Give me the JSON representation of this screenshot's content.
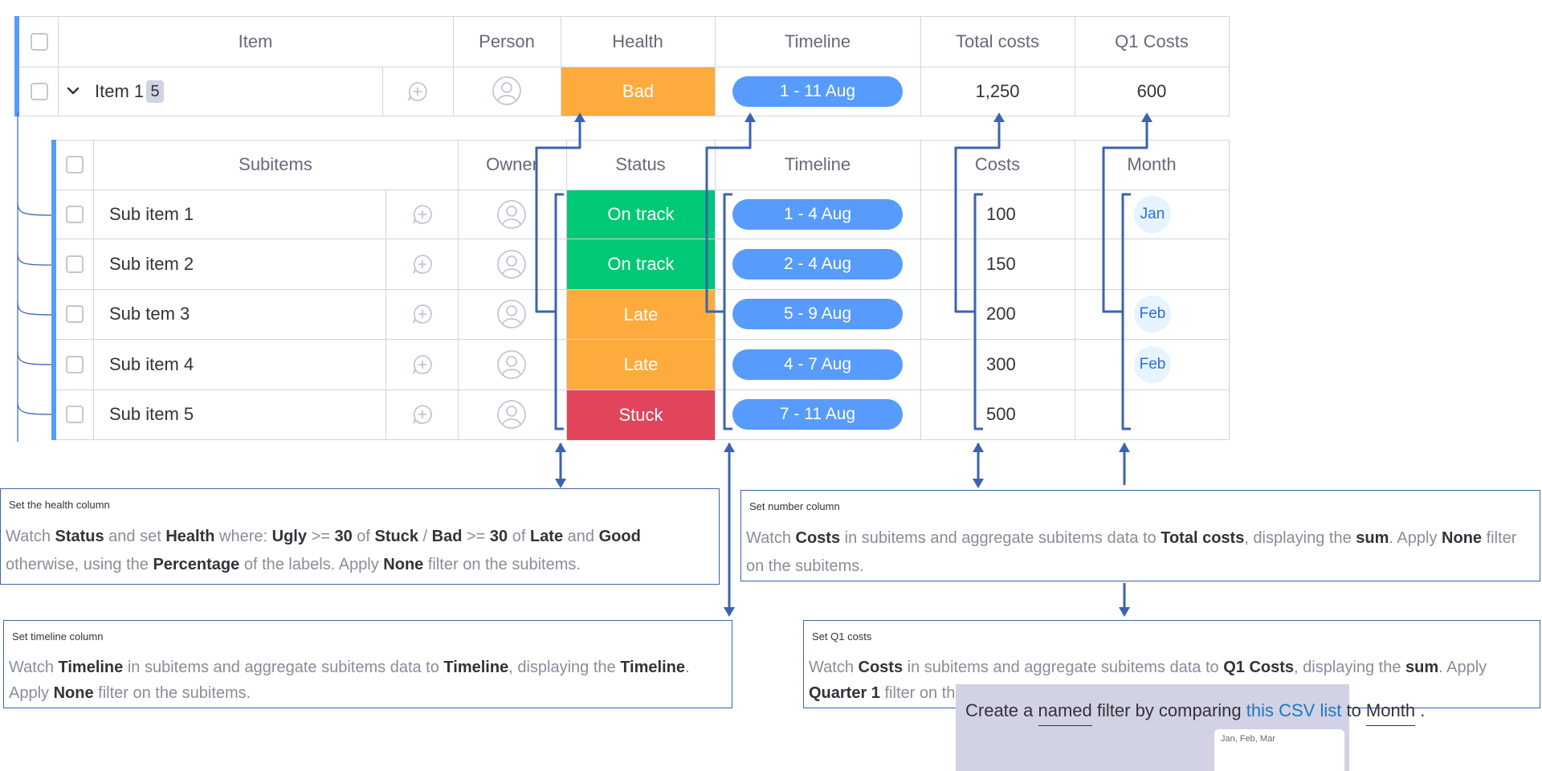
{
  "parent_table": {
    "headers": {
      "item": "Item",
      "person": "Person",
      "health": "Health",
      "timeline": "Timeline",
      "total_costs": "Total costs",
      "q1_costs": "Q1 Costs"
    },
    "row": {
      "name": "Item 1",
      "count": "5",
      "health": "Bad",
      "timeline": "1 - 11 Aug",
      "total_costs": "1,250",
      "q1_costs": "600"
    }
  },
  "sub_table": {
    "headers": {
      "subitems": "Subitems",
      "owner": "Owner",
      "status": "Status",
      "timeline": "Timeline",
      "costs": "Costs",
      "month": "Month"
    },
    "rows": [
      {
        "name": "Sub item 1",
        "status": "On track",
        "status_color": "#00c875",
        "timeline": "1 - 4 Aug",
        "cost": "100",
        "month": "Jan"
      },
      {
        "name": "Sub item 2",
        "status": "On track",
        "status_color": "#00c875",
        "timeline": "2 - 4 Aug",
        "cost": "150",
        "month": ""
      },
      {
        "name": "Sub tem 3",
        "status": "Late",
        "status_color": "#fdab3d",
        "timeline": "5 - 9 Aug",
        "cost": "200",
        "month": "Feb"
      },
      {
        "name": "Sub item 4",
        "status": "Late",
        "status_color": "#fdab3d",
        "timeline": "4 - 7 Aug",
        "cost": "300",
        "month": "Feb"
      },
      {
        "name": "Sub item 5",
        "status": "Stuck",
        "status_color": "#e2445c",
        "timeline": "7 - 11 Aug",
        "cost": "500",
        "month": ""
      }
    ]
  },
  "boxes": {
    "health": {
      "title": "Set the health column",
      "t1": "Watch ",
      "b1": "Status",
      "t2": " and set ",
      "b2": "Health",
      "t3": " where: ",
      "b3": "Ugly",
      "t4": " >= ",
      "b4": "30",
      "t5": " of ",
      "b5": "Stuck",
      "t6": " / ",
      "b6": "Bad",
      "t7": " >= ",
      "b7": "30",
      "t8": " of ",
      "b8": "Late",
      "t9": " and ",
      "b9": "Good",
      "t10": " otherwise, using the ",
      "b10": "Percentage",
      "t11": " of the labels. Apply ",
      "b11": "None",
      "t12": " filter on the subitems."
    },
    "timeline": {
      "title": "Set timeline column",
      "t1": "Watch ",
      "b1": "Timeline",
      "t2": " in subitems and aggregate subitems data to ",
      "b2": "Timeline",
      "t3": ", displaying the ",
      "b3": "Timeline",
      "t4": ". Apply ",
      "b4": "None",
      "t5": " filter on the subitems."
    },
    "number": {
      "title": "Set number column",
      "t1": "Watch ",
      "b1": "Costs",
      "t2": " in subitems and aggregate subitems data to ",
      "b2": "Total costs",
      "t3": ", displaying the ",
      "b3": "sum",
      "t4": ". Apply ",
      "b4": "None",
      "t5": " filter on the subitems."
    },
    "q1": {
      "title": "Set Q1 costs",
      "t1": "Watch ",
      "b1": "Costs",
      "t2": " in subitems and aggregate subitems data to ",
      "b2": "Q1 Costs",
      "t3": ", displaying the ",
      "b3": "sum",
      "t4": ". Apply ",
      "b4": "Quarter 1",
      "t5": " filter on the subitems."
    }
  },
  "popup": {
    "t1": "Create a ",
    "u1": "named",
    "t2": " filter by comparing ",
    "link": "this CSV list",
    "t3": " to ",
    "u2": "Month",
    "t4": " .",
    "input_value": "Jan, Feb, Mar"
  },
  "colors": {
    "health_bad": "#fdab3d",
    "timeline": "#579bfc",
    "border": "#d0d4e4",
    "accent": "#579bfc",
    "annotation": "#3c63b0"
  }
}
